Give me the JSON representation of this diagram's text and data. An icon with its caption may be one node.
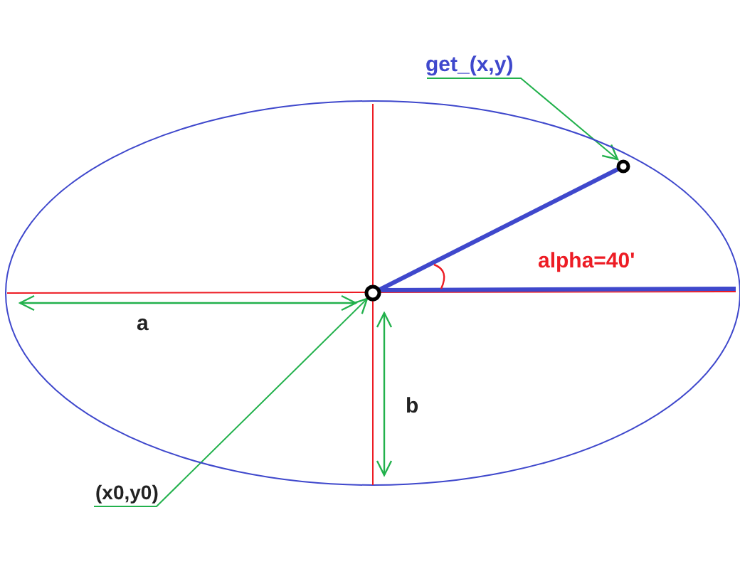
{
  "diagram": {
    "nodes": [
      {
        "text": [
          "get_(x,y)"
        ]
      },
      {
        "text": [],
        "shape": "circle"
      },
      {
        "text": [],
        "shape": "circle"
      },
      {
        "text": [
          "(x0,y0)"
        ]
      }
    ],
    "edges": [
      {
        "from": 0,
        "to": 1,
        "arrow": "to"
      },
      {
        "from": 2,
        "to": 1,
        "arrow": "none",
        "style": "thick",
        "color": "#3f48cc"
      },
      {
        "from": 3,
        "to": 2,
        "arrow": "to"
      }
    ],
    "labels": [
      "alpha=40'",
      "a",
      "b"
    ]
  }
}
